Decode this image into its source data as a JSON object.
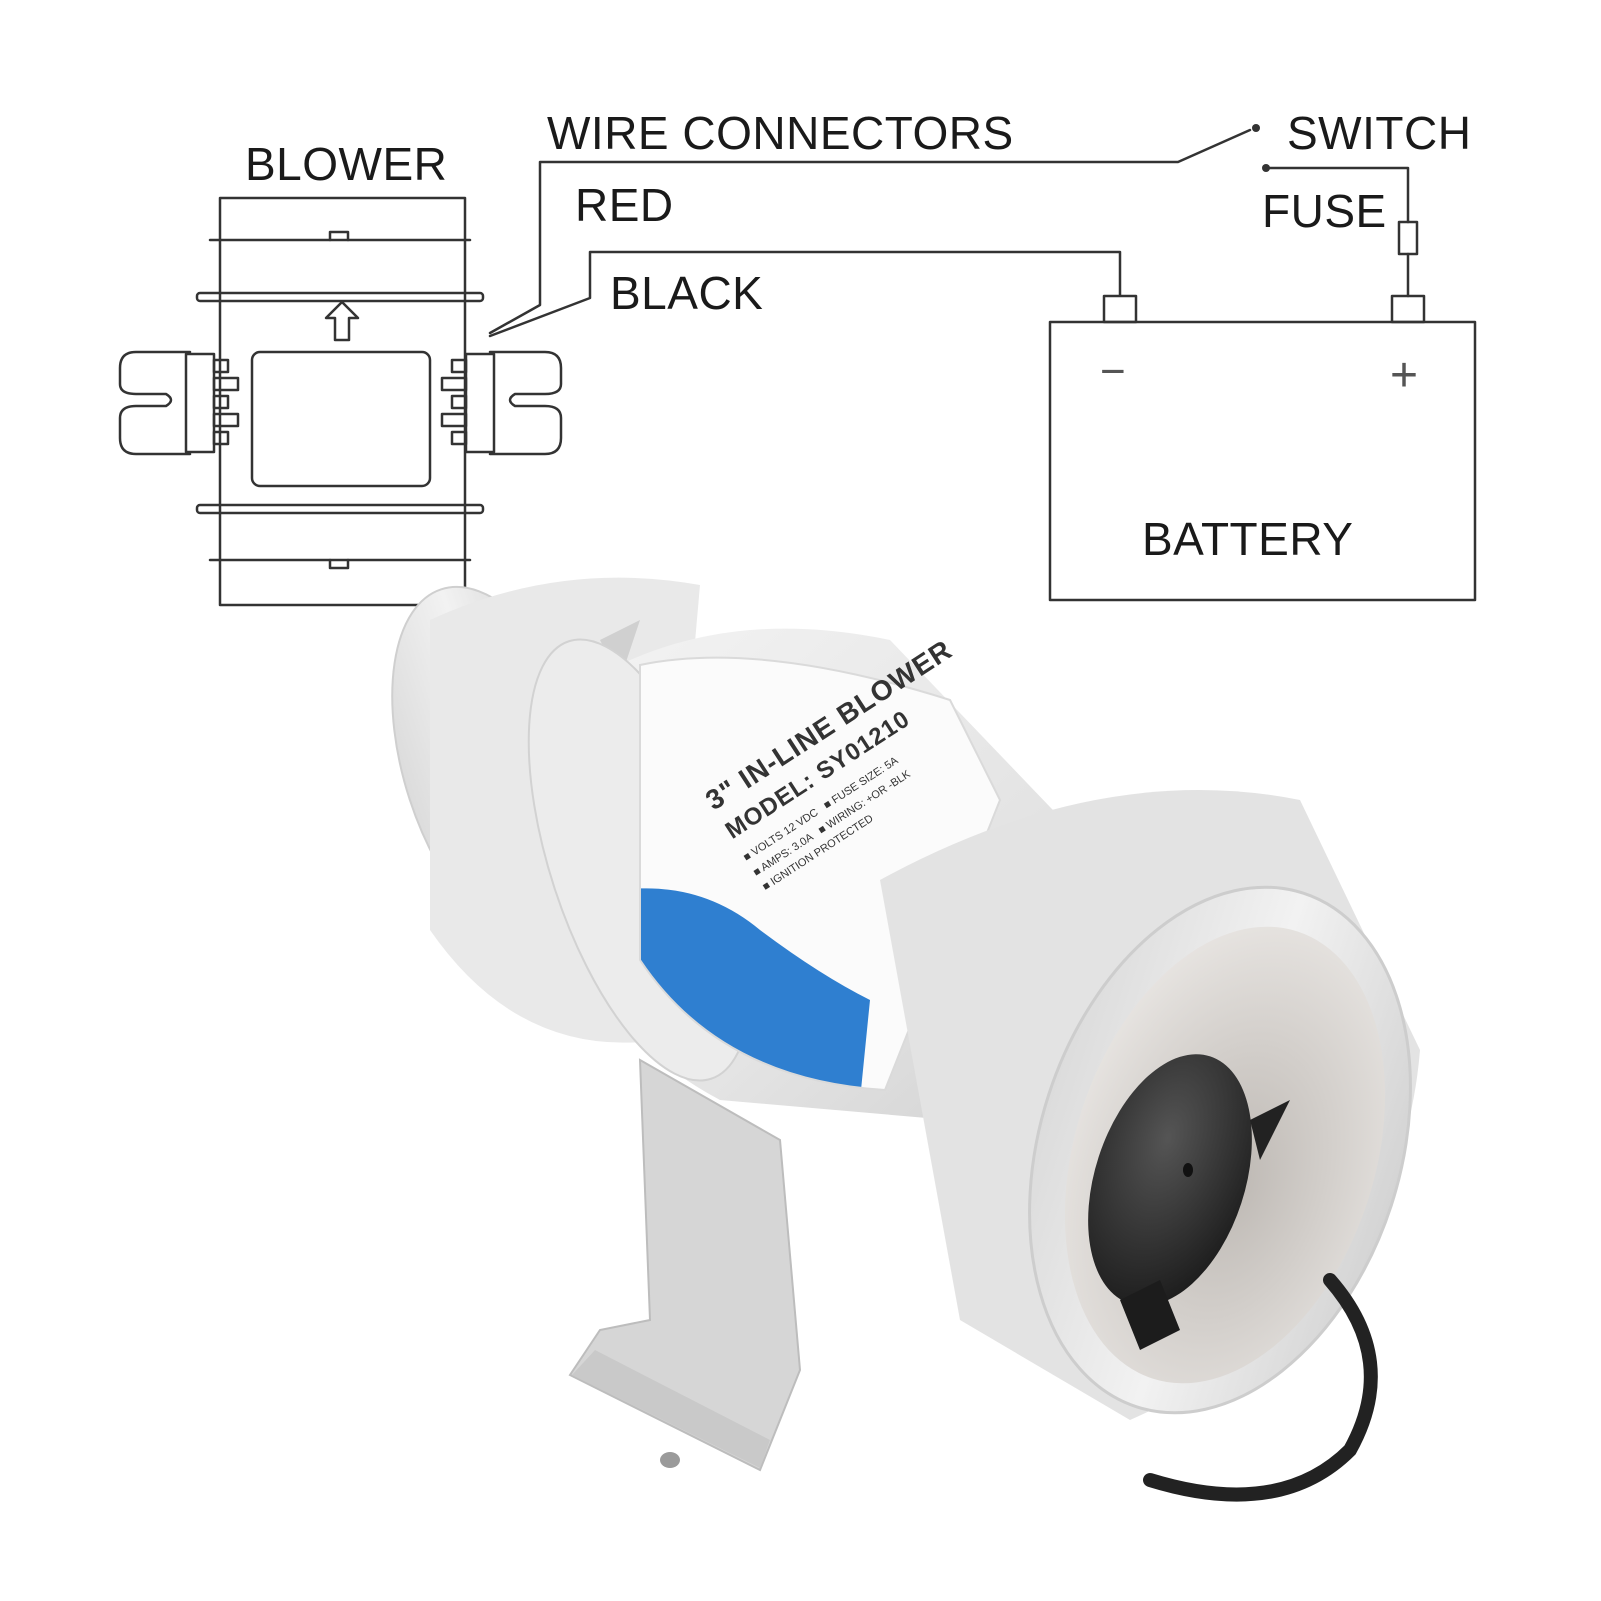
{
  "diagram": {
    "labels": {
      "blower": "BLOWER",
      "wire_connectors": "WIRE CONNECTORS",
      "red": "RED",
      "black": "BLACK",
      "switch": "SWITCH",
      "fuse": "FUSE",
      "battery": "BATTERY"
    },
    "battery_terminals": {
      "negative": "−",
      "positive": "+"
    }
  },
  "product": {
    "label_title": "3\" IN-LINE BLOWER",
    "label_model": "MODEL: SY01210",
    "spec_lines": [
      "VOLTS 12 VDC",
      "FUSE SIZE: 5A",
      "AMPS: 3.0A",
      "WIRING: +OR -BLK",
      "IGNITION PROTECTED"
    ]
  },
  "colors": {
    "line": "#333333",
    "label_blue": "#2f7fd0",
    "housing": "#e6e6e6",
    "motor": "#2b2b2b"
  }
}
